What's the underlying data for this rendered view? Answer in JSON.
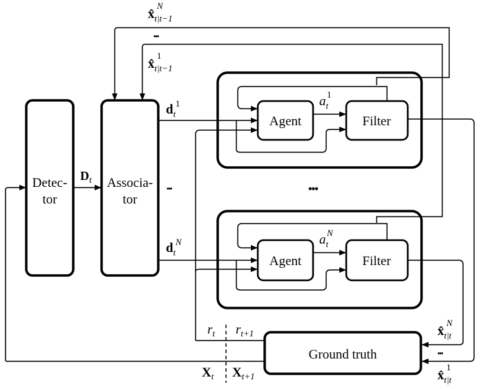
{
  "blocks": {
    "detector_line1": "Detec-",
    "detector_line2": "tor",
    "associator_line1": "Associa-",
    "associator_line2": "tor",
    "agent": "Agent",
    "filter": "Filter",
    "ground_truth": "Ground truth"
  },
  "signals": {
    "D_main": "D",
    "D_sub": "t",
    "d_main": "d",
    "d_sub": "t",
    "d1_sup": "1",
    "dN_sup": "N",
    "a_main": "a",
    "a_sub": "t",
    "a1_sup": "1",
    "aN_sup": "N",
    "xhat_main": "x̂",
    "pred_sub": "t|t−1",
    "filt_sub": "t|t",
    "sup_1": "1",
    "sup_N": "N",
    "r_main": "r",
    "r_sub_t": "t",
    "r_sub_t1": "t+1",
    "X_main": "X",
    "X_sub_t": "t",
    "X_sub_t1": "t+1"
  },
  "ellipsis": {
    "dots": "•••"
  }
}
